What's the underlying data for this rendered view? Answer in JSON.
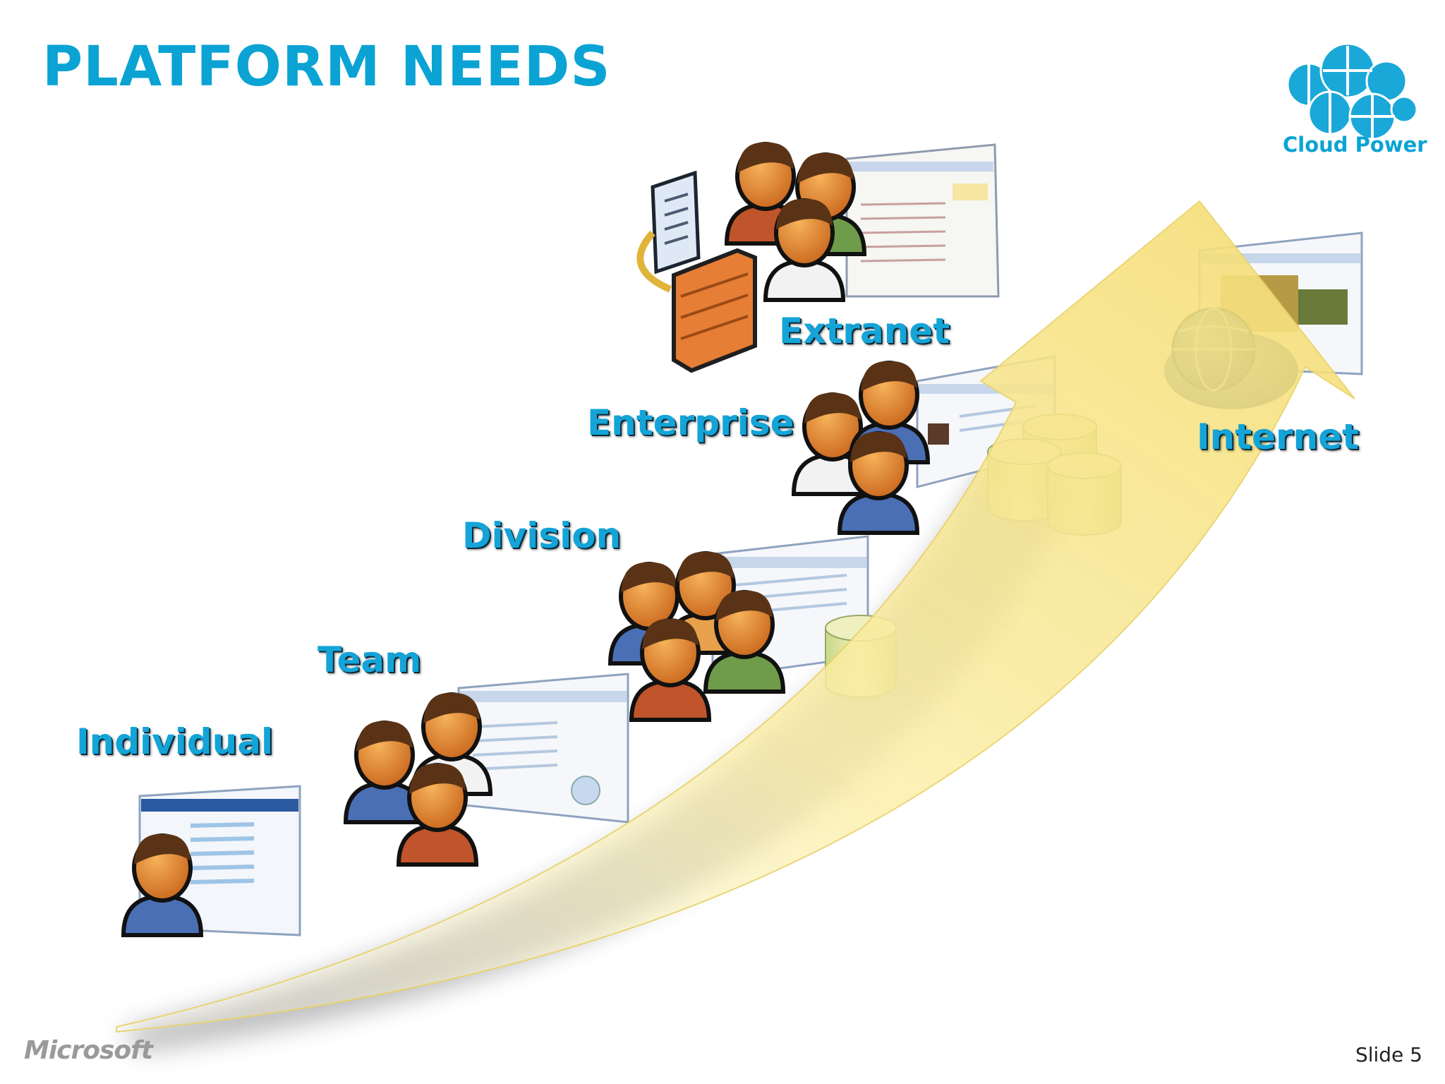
{
  "slide": {
    "title": "PLATFORM NEEDS",
    "logo_text": "Cloud Power",
    "brand": "Microsoft",
    "slide_number": "Slide 5"
  },
  "stages": [
    {
      "label": "Individual"
    },
    {
      "label": "Team"
    },
    {
      "label": "Division"
    },
    {
      "label": "Enterprise"
    },
    {
      "label": "Extranet"
    },
    {
      "label": "Internet"
    }
  ],
  "colors": {
    "title": "#0aa3d4",
    "label": "#14a4d8",
    "arrow": "#f7e58c",
    "person_skin": "#e9923a",
    "firewall": "#e67e35"
  },
  "icons": [
    "cloud-logo-icon",
    "person-icon",
    "browser-window-icon",
    "database-icon",
    "firewall-icon",
    "document-icon",
    "globe-icon",
    "growth-arrow-icon"
  ]
}
